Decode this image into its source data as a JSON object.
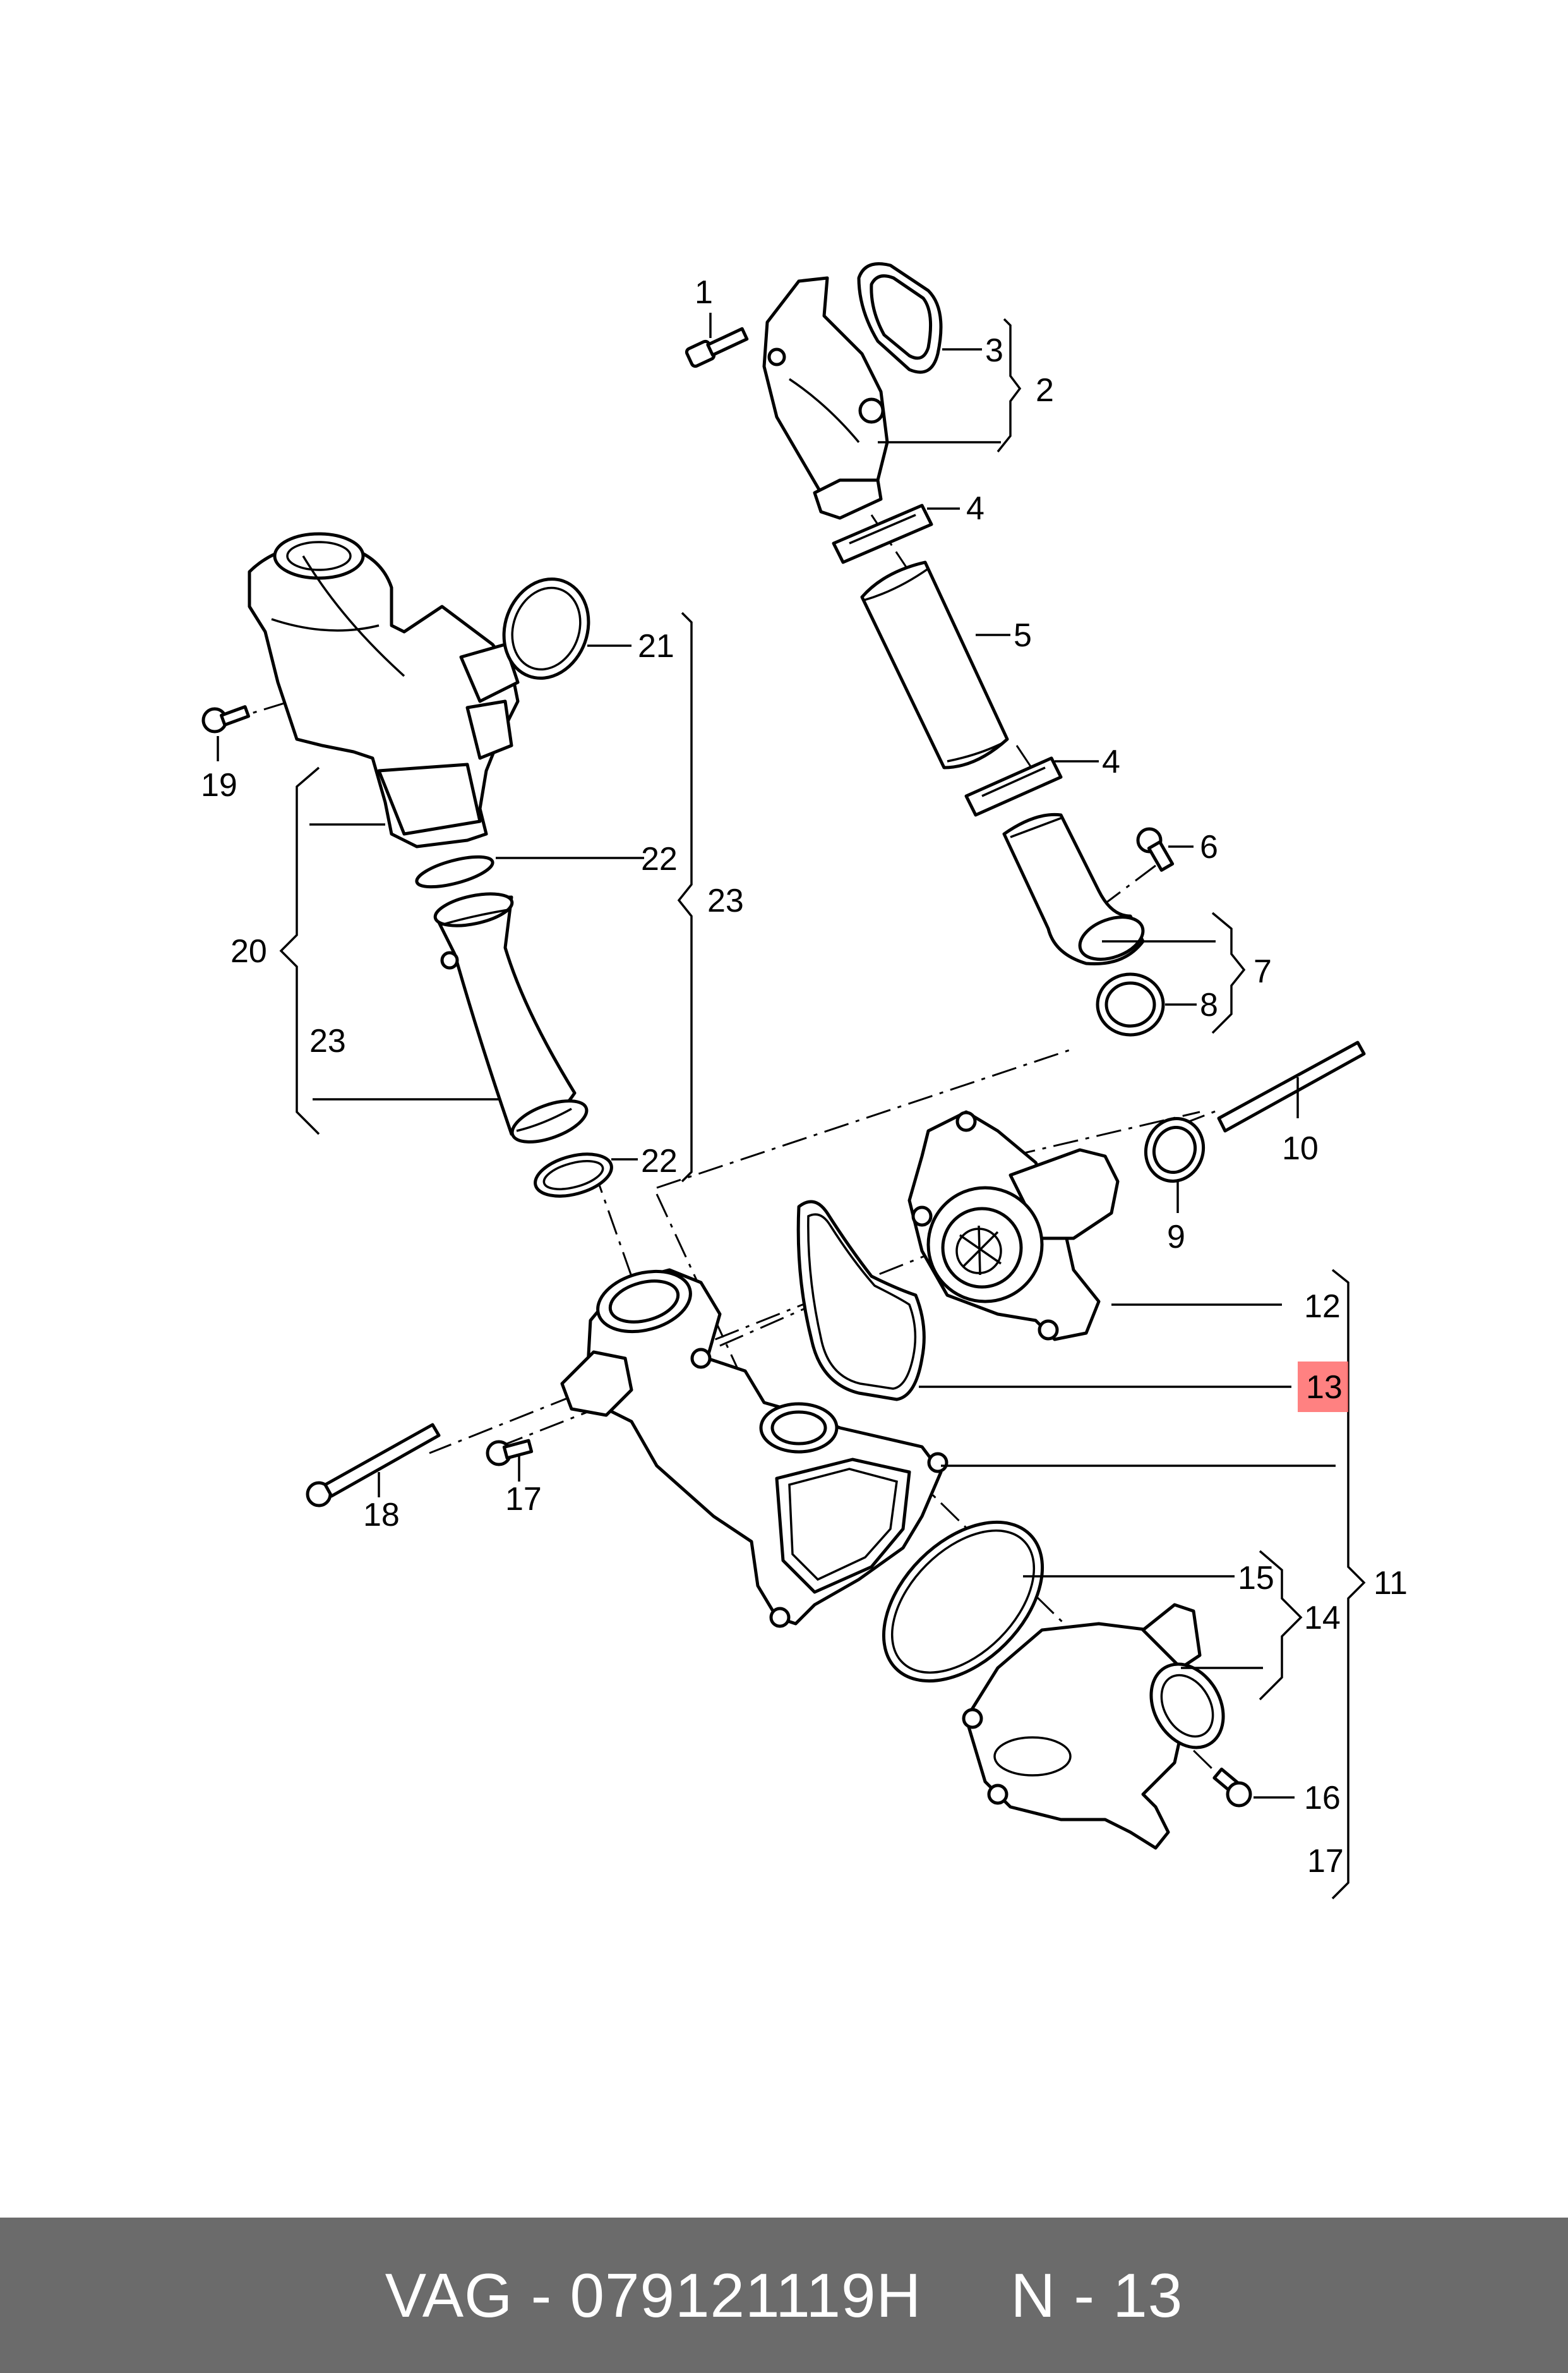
{
  "footer": {
    "text": "VAG - 079121119H     N - 13"
  },
  "highlight": {
    "color": "#ff6b6b",
    "label": "13"
  },
  "labels": {
    "l1": "1",
    "l2": "2",
    "l3": "3",
    "l4a": "4",
    "l4b": "4",
    "l5": "5",
    "l6": "6",
    "l7": "7",
    "l8": "8",
    "l9": "9",
    "l10": "10",
    "l11": "11",
    "l12": "12",
    "l13": "13",
    "l14": "14",
    "l15": "15",
    "l16": "16",
    "l17a": "17",
    "l17b": "17",
    "l18": "18",
    "l19": "19",
    "l20": "20",
    "l21": "21",
    "l22a": "22",
    "l22b": "22",
    "l23a": "23",
    "l23b": "23"
  }
}
